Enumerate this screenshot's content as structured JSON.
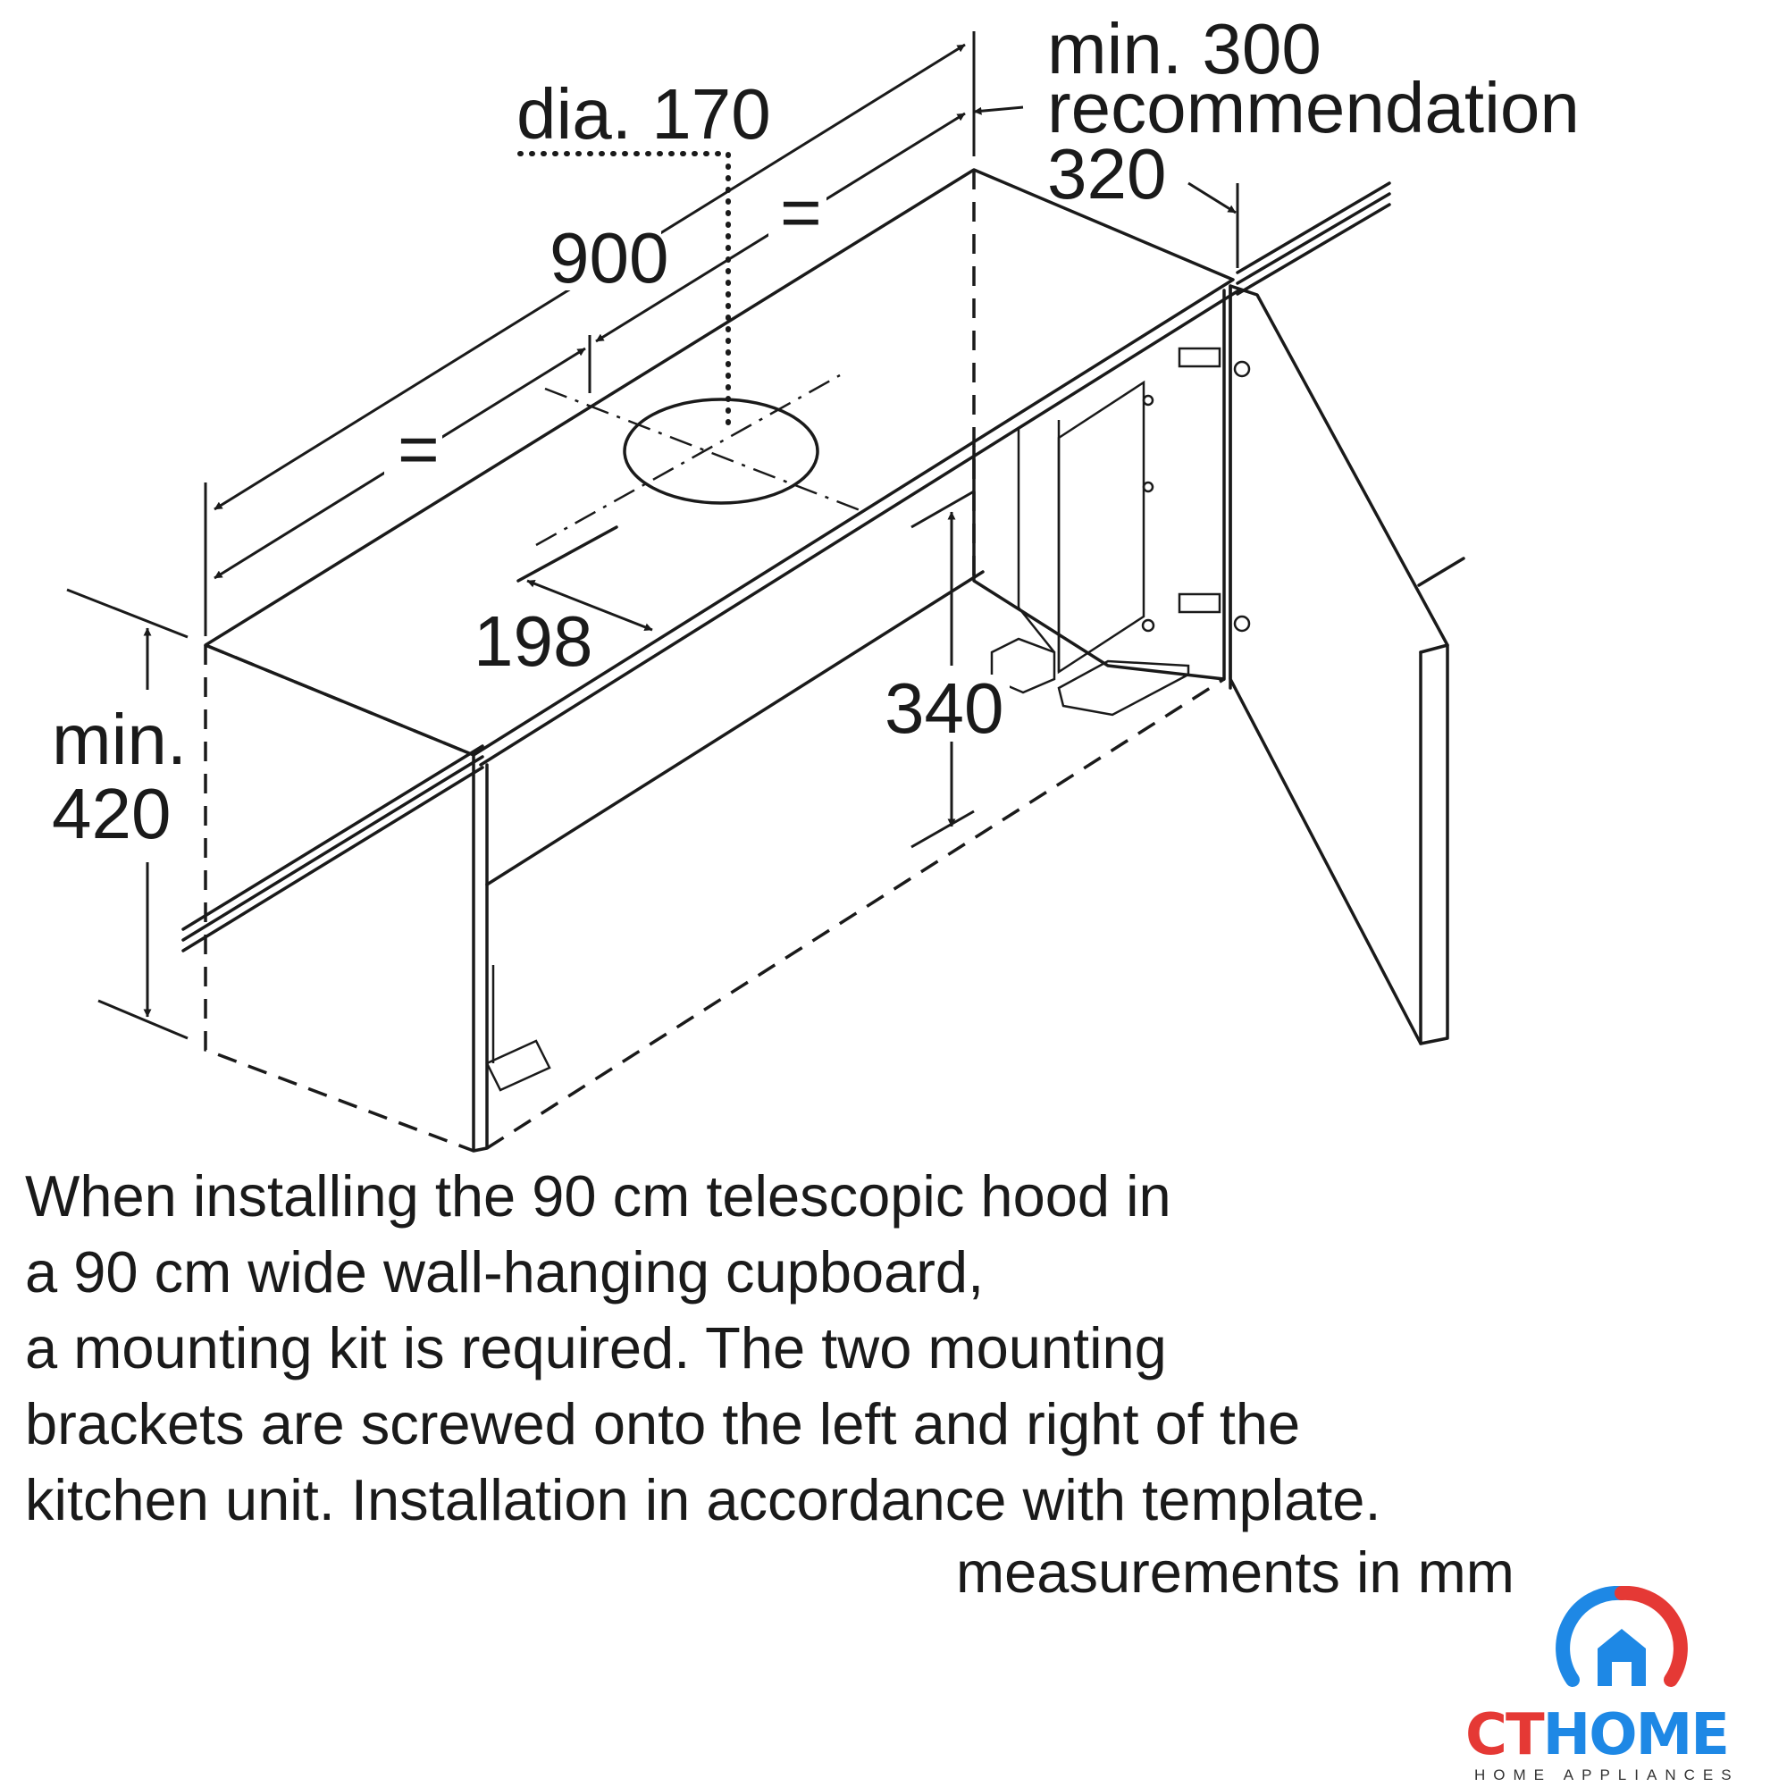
{
  "dimensions": {
    "duct_diameter": "dia. 170",
    "width": "900",
    "equal_mark": "=",
    "depth_min": "min. 300",
    "depth_rec_label": "recommendation",
    "depth_rec_value": "320",
    "duct_offset": "198",
    "min_height_line1": "min.",
    "min_height_line2": "420",
    "inner_height": "340"
  },
  "description": {
    "lines": [
      "When installing the 90 cm telescopic hood in",
      "a 90 cm wide wall-hanging cupboard,",
      "a mounting kit is required. The two mounting",
      "brackets are screwed onto the left and right of the",
      "kitchen unit. Installation in accordance with template."
    ],
    "units_note": "measurements in mm"
  },
  "logo": {
    "name_part1": "CT",
    "name_part2": "HOME",
    "tagline": "HOME APPLIANCES",
    "colors": {
      "red": "#e53935",
      "blue": "#1e88e5"
    }
  }
}
